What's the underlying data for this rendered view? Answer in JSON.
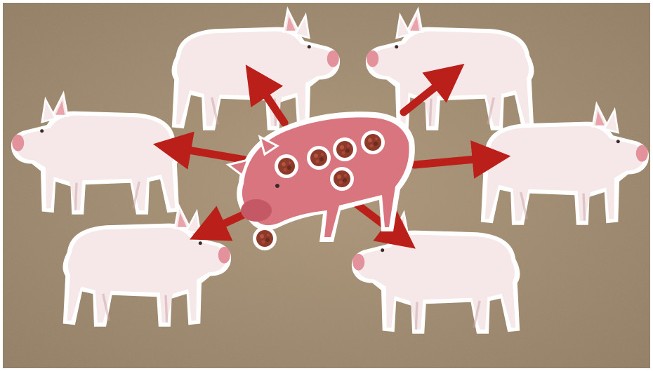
{
  "scene": {
    "background": {
      "color": "#a08a6e",
      "texture": "cardboard"
    },
    "center_pig": {
      "color": "#d9757f",
      "label": "infected"
    },
    "healthy_pig": {
      "color": "#f6e7e8"
    },
    "arrow_color": "#bb1f1a",
    "virus_color": "#8e3a2a",
    "healthy_pig_count": 6,
    "virus_particle_count": 6
  }
}
